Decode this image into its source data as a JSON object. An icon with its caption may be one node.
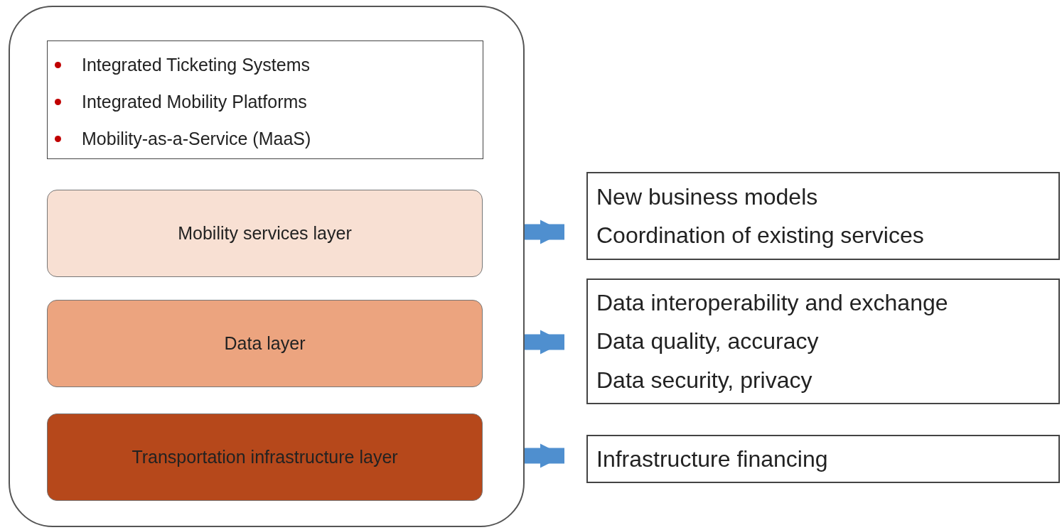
{
  "diagram": {
    "nodes": [
      {
        "text": [],
        "shape": "box"
      },
      {
        "text": [
          "Integrated Ticketing Systems",
          "Integrated Mobility Platforms",
          "Mobility-as-a-Service (MaaS)"
        ],
        "in": 0
      },
      {
        "text": [
          "Mobility services layer"
        ],
        "in": 0
      },
      {
        "text": [
          "Data layer"
        ],
        "in": 0
      },
      {
        "text": [
          "Transportation infrastructure layer"
        ],
        "in": 0
      },
      {
        "text": [
          "New business models",
          "Coordination of existing services"
        ]
      },
      {
        "text": [
          "Data interoperability and exchange",
          "Data quality, accuracy",
          "Data security, privacy"
        ]
      },
      {
        "text": [
          "Infrastructure financing"
        ]
      }
    ],
    "edges": [
      {
        "from": 2,
        "to": 5,
        "arrow": "to"
      },
      {
        "from": 3,
        "to": 6,
        "arrow": "to"
      },
      {
        "from": 4,
        "to": 7,
        "arrow": "to"
      }
    ]
  }
}
